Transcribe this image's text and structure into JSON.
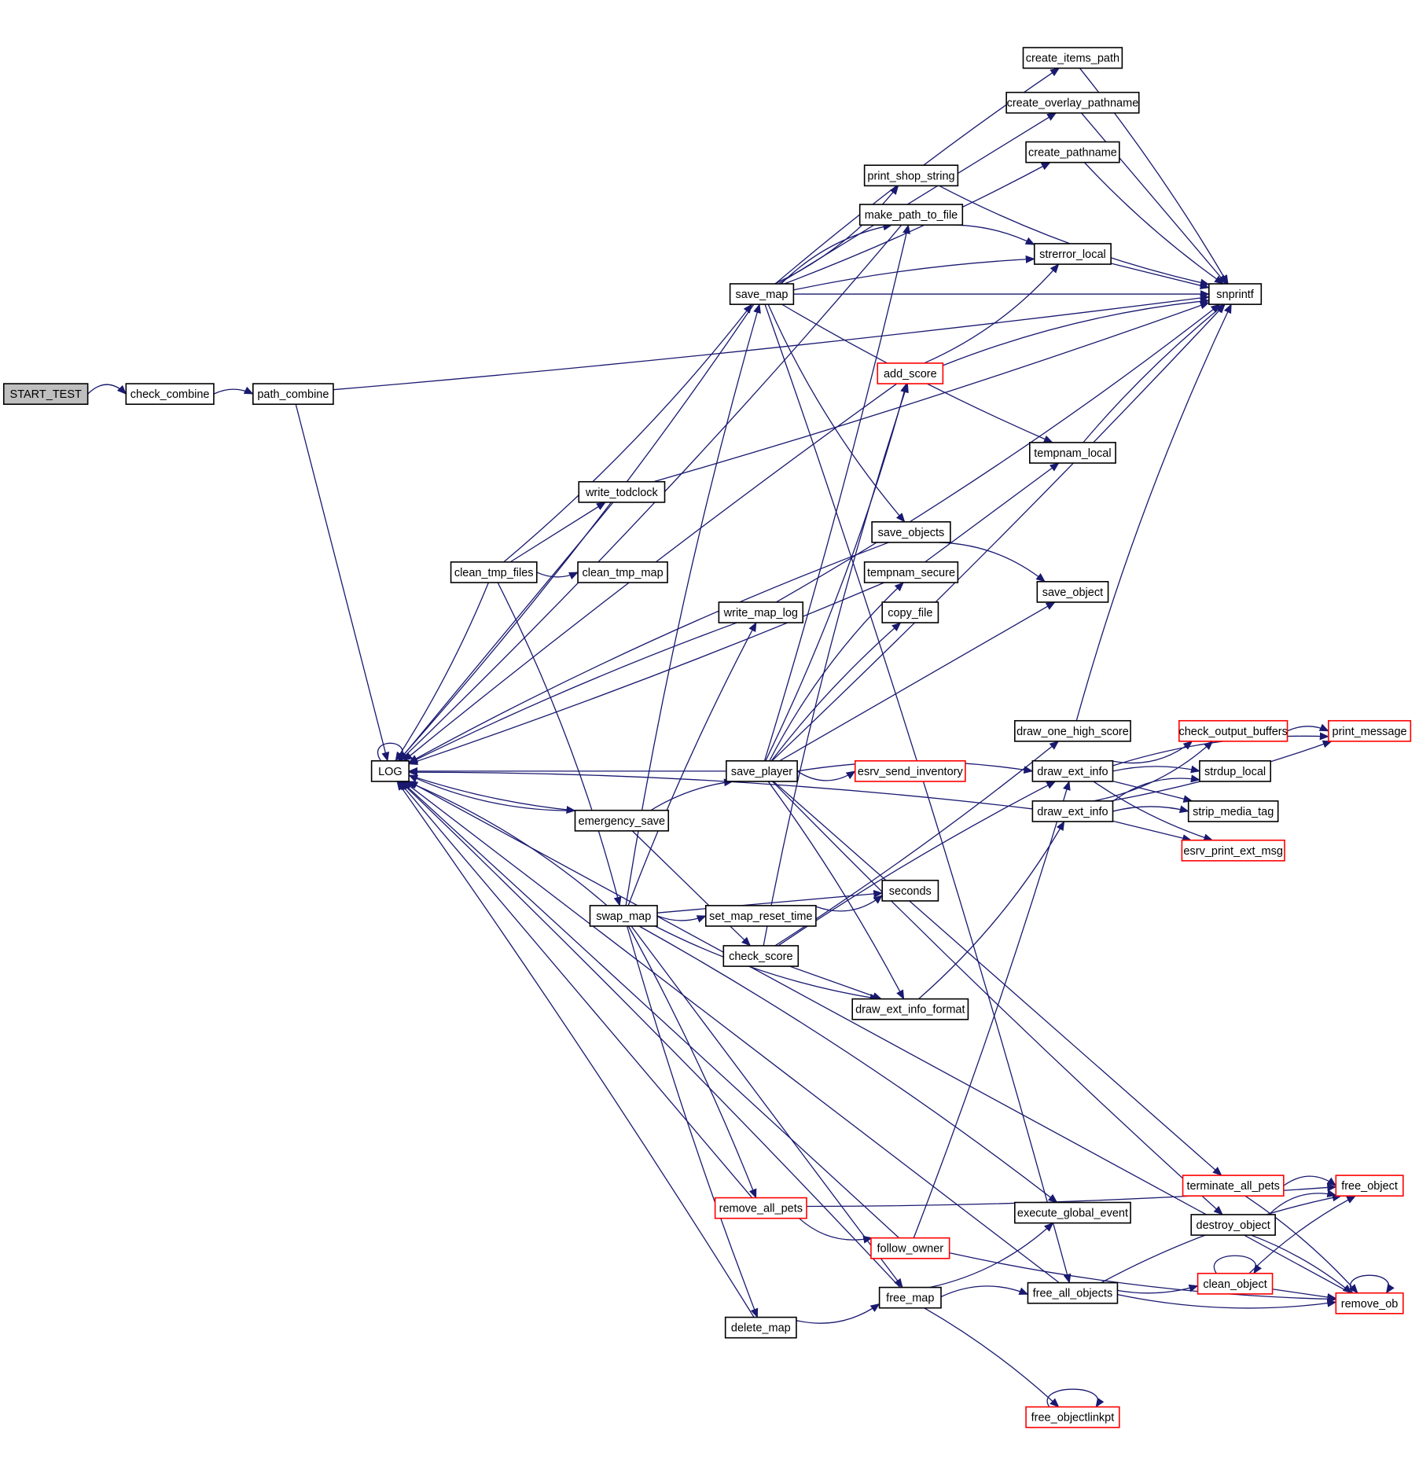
{
  "diagram": {
    "type": "call-graph",
    "colors": {
      "edge": "#191970",
      "root_fill": "#bfbfbf",
      "node_fill": "#ffffff",
      "node_border": "#000000",
      "truncated_border": "#ff0000"
    },
    "nodes": [
      {
        "id": "START_TEST",
        "label": "START_TEST",
        "style": "root"
      },
      {
        "id": "check_combine",
        "label": "check_combine",
        "style": "normal"
      },
      {
        "id": "path_combine",
        "label": "path_combine",
        "style": "normal"
      },
      {
        "id": "LOG",
        "label": "LOG",
        "style": "normal"
      },
      {
        "id": "save_map",
        "label": "save_map",
        "style": "normal"
      },
      {
        "id": "create_items_path",
        "label": "create_items_path",
        "style": "normal"
      },
      {
        "id": "create_overlay_pathname",
        "label": "create_overlay_pathname",
        "style": "normal"
      },
      {
        "id": "create_pathname",
        "label": "create_pathname",
        "style": "normal"
      },
      {
        "id": "print_shop_string",
        "label": "print_shop_string",
        "style": "normal"
      },
      {
        "id": "make_path_to_file",
        "label": "make_path_to_file",
        "style": "normal"
      },
      {
        "id": "strerror_local",
        "label": "strerror_local",
        "style": "normal"
      },
      {
        "id": "snprintf",
        "label": "snprintf",
        "style": "normal"
      },
      {
        "id": "add_score",
        "label": "add_score",
        "style": "truncated"
      },
      {
        "id": "tempnam_local",
        "label": "tempnam_local",
        "style": "normal"
      },
      {
        "id": "write_todclock",
        "label": "write_todclock",
        "style": "normal"
      },
      {
        "id": "save_objects",
        "label": "save_objects",
        "style": "normal"
      },
      {
        "id": "clean_tmp_files",
        "label": "clean_tmp_files",
        "style": "normal"
      },
      {
        "id": "clean_tmp_map",
        "label": "clean_tmp_map",
        "style": "normal"
      },
      {
        "id": "tempnam_secure",
        "label": "tempnam_secure",
        "style": "normal"
      },
      {
        "id": "save_object",
        "label": "save_object",
        "style": "normal"
      },
      {
        "id": "write_map_log",
        "label": "write_map_log",
        "style": "normal"
      },
      {
        "id": "copy_file",
        "label": "copy_file",
        "style": "normal"
      },
      {
        "id": "draw_one_high_score",
        "label": "draw_one_high_score",
        "style": "normal"
      },
      {
        "id": "check_output_buffers",
        "label": "check_output_buffers",
        "style": "truncated"
      },
      {
        "id": "print_message",
        "label": "print_message",
        "style": "truncated"
      },
      {
        "id": "save_player",
        "label": "save_player",
        "style": "normal"
      },
      {
        "id": "esrv_send_inventory",
        "label": "esrv_send_inventory",
        "style": "truncated"
      },
      {
        "id": "draw_ext_info_1",
        "label": "draw_ext_info",
        "style": "normal"
      },
      {
        "id": "strdup_local",
        "label": "strdup_local",
        "style": "normal"
      },
      {
        "id": "emergency_save",
        "label": "emergency_save",
        "style": "normal"
      },
      {
        "id": "draw_ext_info_2",
        "label": "draw_ext_info",
        "style": "normal"
      },
      {
        "id": "strip_media_tag",
        "label": "strip_media_tag",
        "style": "normal"
      },
      {
        "id": "esrv_print_ext_msg",
        "label": "esrv_print_ext_msg",
        "style": "truncated"
      },
      {
        "id": "seconds",
        "label": "seconds",
        "style": "normal"
      },
      {
        "id": "swap_map",
        "label": "swap_map",
        "style": "normal"
      },
      {
        "id": "set_map_reset_time",
        "label": "set_map_reset_time",
        "style": "normal"
      },
      {
        "id": "check_score",
        "label": "check_score",
        "style": "normal"
      },
      {
        "id": "draw_ext_info_format",
        "label": "draw_ext_info_format",
        "style": "normal"
      },
      {
        "id": "terminate_all_pets",
        "label": "terminate_all_pets",
        "style": "truncated"
      },
      {
        "id": "free_object",
        "label": "free_object",
        "style": "truncated"
      },
      {
        "id": "remove_all_pets",
        "label": "remove_all_pets",
        "style": "truncated"
      },
      {
        "id": "execute_global_event",
        "label": "execute_global_event",
        "style": "normal"
      },
      {
        "id": "destroy_object",
        "label": "destroy_object",
        "style": "normal"
      },
      {
        "id": "follow_owner",
        "label": "follow_owner",
        "style": "truncated"
      },
      {
        "id": "clean_object",
        "label": "clean_object",
        "style": "truncated"
      },
      {
        "id": "free_map",
        "label": "free_map",
        "style": "normal"
      },
      {
        "id": "free_all_objects",
        "label": "free_all_objects",
        "style": "normal"
      },
      {
        "id": "remove_ob",
        "label": "remove_ob",
        "style": "truncated"
      },
      {
        "id": "delete_map",
        "label": "delete_map",
        "style": "normal"
      },
      {
        "id": "free_objectlinkpt",
        "label": "free_objectlinkpt",
        "style": "truncated"
      }
    ],
    "edges": [
      [
        "START_TEST",
        "check_combine"
      ],
      [
        "check_combine",
        "path_combine"
      ],
      [
        "path_combine",
        "LOG"
      ],
      [
        "path_combine",
        "snprintf"
      ],
      [
        "LOG",
        "LOG"
      ],
      [
        "save_map",
        "LOG"
      ],
      [
        "save_map",
        "create_items_path"
      ],
      [
        "save_map",
        "create_overlay_pathname"
      ],
      [
        "save_map",
        "create_pathname"
      ],
      [
        "save_map",
        "print_shop_string"
      ],
      [
        "save_map",
        "make_path_to_file"
      ],
      [
        "save_map",
        "strerror_local"
      ],
      [
        "save_map",
        "snprintf"
      ],
      [
        "save_map",
        "tempnam_local"
      ],
      [
        "save_map",
        "save_objects"
      ],
      [
        "save_map",
        "free_all_objects"
      ],
      [
        "create_items_path",
        "snprintf"
      ],
      [
        "create_overlay_pathname",
        "snprintf"
      ],
      [
        "create_pathname",
        "snprintf"
      ],
      [
        "print_shop_string",
        "snprintf"
      ],
      [
        "make_path_to_file",
        "LOG"
      ],
      [
        "make_path_to_file",
        "strerror_local"
      ],
      [
        "strerror_local",
        "snprintf"
      ],
      [
        "add_score",
        "LOG"
      ],
      [
        "add_score",
        "strerror_local"
      ],
      [
        "add_score",
        "snprintf"
      ],
      [
        "tempnam_local",
        "snprintf"
      ],
      [
        "write_todclock",
        "LOG"
      ],
      [
        "write_todclock",
        "snprintf"
      ],
      [
        "save_objects",
        "LOG"
      ],
      [
        "save_objects",
        "save_object"
      ],
      [
        "clean_tmp_files",
        "LOG"
      ],
      [
        "clean_tmp_files",
        "write_todclock"
      ],
      [
        "clean_tmp_files",
        "clean_tmp_map"
      ],
      [
        "clean_tmp_files",
        "save_map"
      ],
      [
        "clean_tmp_files",
        "swap_map"
      ],
      [
        "tempnam_secure",
        "LOG"
      ],
      [
        "tempnam_secure",
        "tempnam_local"
      ],
      [
        "write_map_log",
        "LOG"
      ],
      [
        "write_map_log",
        "snprintf"
      ],
      [
        "draw_one_high_score",
        "snprintf"
      ],
      [
        "check_output_buffers",
        "print_message"
      ],
      [
        "save_player",
        "LOG"
      ],
      [
        "save_player",
        "make_path_to_file"
      ],
      [
        "save_player",
        "add_score"
      ],
      [
        "save_player",
        "tempnam_secure"
      ],
      [
        "save_player",
        "copy_file"
      ],
      [
        "save_player",
        "save_object"
      ],
      [
        "save_player",
        "snprintf"
      ],
      [
        "save_player",
        "esrv_send_inventory"
      ],
      [
        "save_player",
        "draw_ext_info_1"
      ],
      [
        "save_player",
        "draw_ext_info_format"
      ],
      [
        "save_player",
        "terminate_all_pets"
      ],
      [
        "save_player",
        "destroy_object"
      ],
      [
        "draw_ext_info_1",
        "check_output_buffers"
      ],
      [
        "draw_ext_info_1",
        "print_message"
      ],
      [
        "draw_ext_info_1",
        "strdup_local"
      ],
      [
        "draw_ext_info_1",
        "strip_media_tag"
      ],
      [
        "draw_ext_info_1",
        "esrv_print_ext_msg"
      ],
      [
        "draw_ext_info_2",
        "check_output_buffers"
      ],
      [
        "draw_ext_info_2",
        "strdup_local"
      ],
      [
        "draw_ext_info_2",
        "strip_media_tag"
      ],
      [
        "draw_ext_info_2",
        "esrv_print_ext_msg"
      ],
      [
        "draw_ext_info_2",
        "print_message"
      ],
      [
        "draw_ext_info_2",
        "LOG"
      ],
      [
        "emergency_save",
        "LOG"
      ],
      [
        "emergency_save",
        "save_player"
      ],
      [
        "emergency_save",
        "check_score"
      ],
      [
        "LOG",
        "emergency_save"
      ],
      [
        "swap_map",
        "LOG"
      ],
      [
        "swap_map",
        "save_map"
      ],
      [
        "swap_map",
        "write_map_log"
      ],
      [
        "swap_map",
        "seconds"
      ],
      [
        "swap_map",
        "set_map_reset_time"
      ],
      [
        "swap_map",
        "draw_ext_info_format"
      ],
      [
        "swap_map",
        "execute_global_event"
      ],
      [
        "swap_map",
        "remove_all_pets"
      ],
      [
        "swap_map",
        "free_map"
      ],
      [
        "swap_map",
        "delete_map"
      ],
      [
        "set_map_reset_time",
        "seconds"
      ],
      [
        "check_score",
        "add_score"
      ],
      [
        "check_score",
        "draw_ext_info_1"
      ],
      [
        "check_score",
        "draw_ext_info_format"
      ],
      [
        "check_score",
        "draw_one_high_score"
      ],
      [
        "draw_ext_info_format",
        "draw_ext_info_2"
      ],
      [
        "terminate_all_pets",
        "free_object"
      ],
      [
        "terminate_all_pets",
        "remove_ob"
      ],
      [
        "remove_all_pets",
        "LOG"
      ],
      [
        "remove_all_pets",
        "free_object"
      ],
      [
        "remove_all_pets",
        "follow_owner"
      ],
      [
        "destroy_object",
        "free_object"
      ],
      [
        "destroy_object",
        "remove_ob"
      ],
      [
        "follow_owner",
        "LOG"
      ],
      [
        "follow_owner",
        "draw_ext_info_1"
      ],
      [
        "follow_owner",
        "remove_ob"
      ],
      [
        "clean_object",
        "clean_object"
      ],
      [
        "clean_object",
        "free_object"
      ],
      [
        "clean_object",
        "remove_ob"
      ],
      [
        "free_map",
        "LOG"
      ],
      [
        "free_map",
        "execute_global_event"
      ],
      [
        "free_map",
        "free_all_objects"
      ],
      [
        "free_map",
        "free_objectlinkpt"
      ],
      [
        "free_all_objects",
        "LOG"
      ],
      [
        "free_all_objects",
        "clean_object"
      ],
      [
        "free_all_objects",
        "remove_ob"
      ],
      [
        "free_all_objects",
        "free_object"
      ],
      [
        "remove_ob",
        "remove_ob"
      ],
      [
        "remove_ob",
        "LOG"
      ],
      [
        "delete_map",
        "LOG"
      ],
      [
        "delete_map",
        "free_map"
      ],
      [
        "free_objectlinkpt",
        "free_objectlinkpt"
      ]
    ]
  }
}
